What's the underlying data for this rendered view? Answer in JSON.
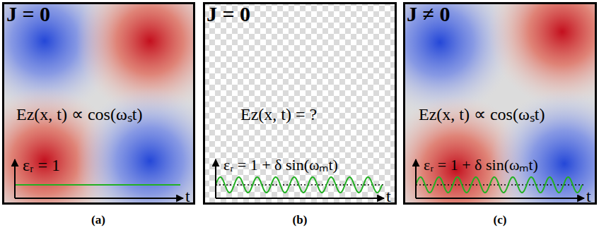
{
  "diagram": {
    "nodes": [
      {
        "text": [
          "J = 0",
          "Ez(x, t) ∝ cos(ωₛt)",
          "εᵣ = 1",
          "t"
        ]
      },
      {
        "text": [
          "J = 0",
          "Ez(x, t) = ?",
          "εᵣ = 1 + δ sin(ωₘt)",
          "t"
        ]
      },
      {
        "text": [
          "J ≠ 0",
          "Ez(x, t) ∝ cos(ωₛt)",
          "εᵣ = 1 + δ sin(ωₘt)",
          "t"
        ]
      }
    ],
    "labels": [
      "(a)",
      "(b)",
      "(c)"
    ]
  }
}
